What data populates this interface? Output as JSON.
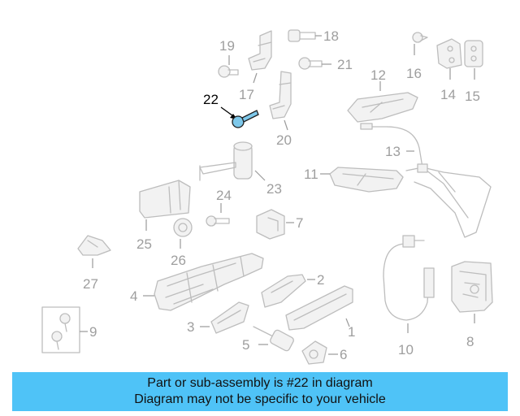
{
  "diagram": {
    "callouts": {
      "p1": "1",
      "p2": "2",
      "p3": "3",
      "p4": "4",
      "p5": "5",
      "p6": "6",
      "p7": "7",
      "p8": "8",
      "p9": "9",
      "p10": "10",
      "p11": "11",
      "p12": "12",
      "p13": "13",
      "p14": "14",
      "p15": "15",
      "p16": "16",
      "p17": "17",
      "p18": "18",
      "p19": "19",
      "p20": "20",
      "p21": "21",
      "p22": "22",
      "p23": "23",
      "p24": "24",
      "p25": "25",
      "p26": "26",
      "p27": "27"
    },
    "highlighted_part": "22",
    "colors": {
      "highlight": "#7ec8ea",
      "part_line": "#bdbdbd",
      "banner": "#4fc3f7"
    }
  },
  "banner": {
    "line1": "Part or sub-assembly is #22 in diagram",
    "line2": "Diagram may not be specific to your vehicle"
  }
}
